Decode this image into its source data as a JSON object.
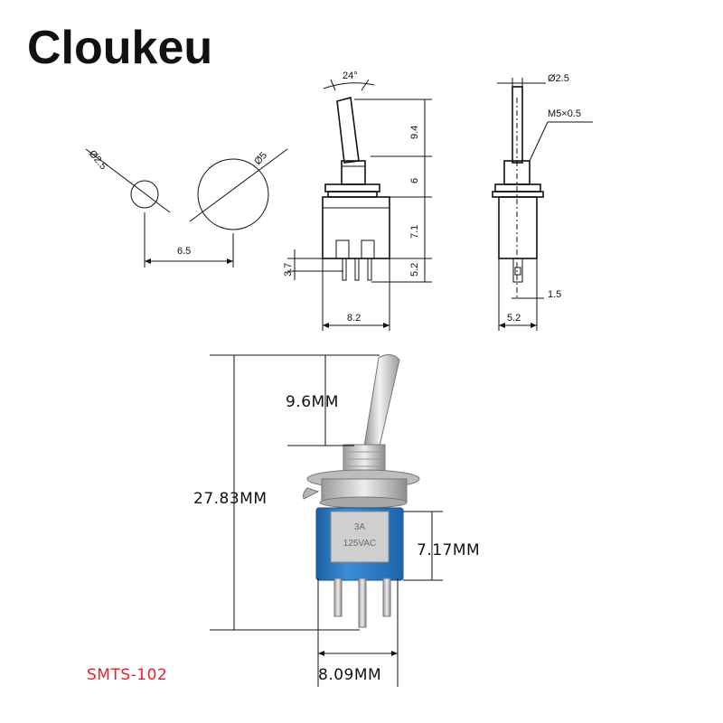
{
  "brand": "Cloukeu",
  "model": "SMTS-102",
  "colors": {
    "model_text": "#e8202a",
    "body_blue": "#2f7ec7",
    "metal": "#c9c9c9"
  },
  "drawing": {
    "hole_small": "Ø2.5",
    "hole_large": "Ø5",
    "hole_spacing": "6.5",
    "angle": "24°",
    "lever_height": "9.4",
    "bushing_height": "6",
    "body_height": "7.1",
    "pin_length": "5.2",
    "pin_offset": "3.7",
    "body_width": "8.2",
    "lever_diameter": "Ø2.5",
    "thread": "M5×0.5",
    "pin_thickness": "1.5",
    "body_depth": "5.2"
  },
  "photo": {
    "lever_mm": "9.6MM",
    "total_mm": "27.83MM",
    "body_mm": "7.17MM",
    "width_mm": "8.09MM",
    "body_marking_1": "3A",
    "body_marking_2": "125VAC"
  }
}
